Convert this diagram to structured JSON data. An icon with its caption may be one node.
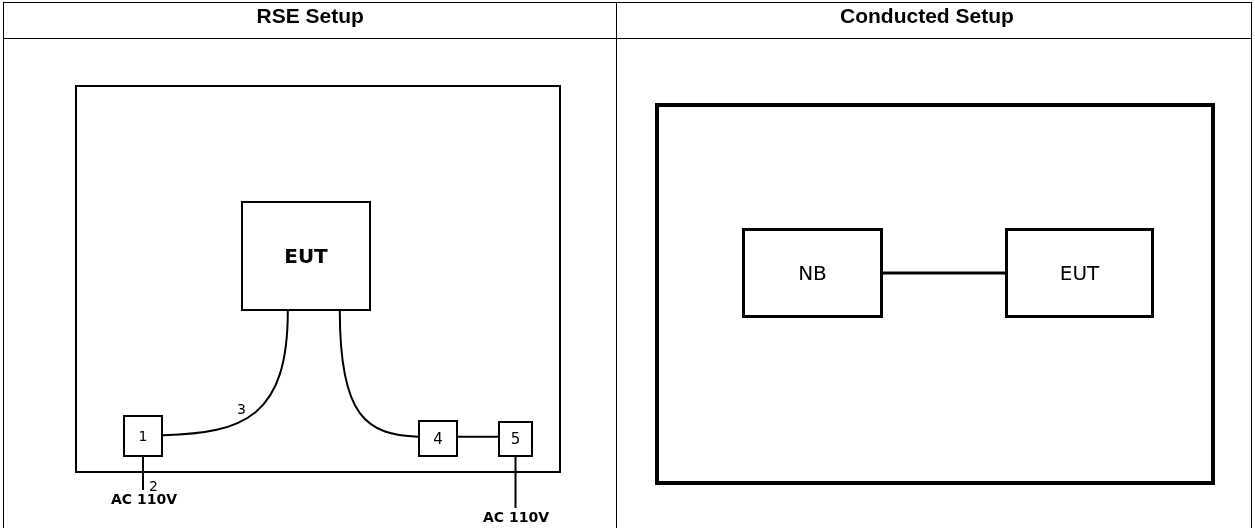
{
  "diagram": {
    "nodes": [
      {
        "text": [],
        "shape": "box"
      },
      {
        "text": [
          "EUT"
        ],
        "in": 0
      },
      {
        "text": [
          "1"
        ],
        "in": 0
      },
      {
        "text": [
          "4"
        ],
        "in": 0
      },
      {
        "text": [
          "5"
        ],
        "in": 0
      },
      {
        "text": [
          "AC 110V"
        ]
      },
      {
        "text": [
          "AC 110V"
        ]
      },
      {
        "text": [],
        "shape": "box"
      },
      {
        "text": [
          "NB"
        ],
        "in": 7
      },
      {
        "text": [
          "EUT"
        ],
        "in": 7
      }
    ],
    "edges": [
      {
        "from": 1,
        "to": 2,
        "arrow": "none",
        "label": "3"
      },
      {
        "from": 1,
        "to": 3,
        "arrow": "none"
      },
      {
        "from": 3,
        "to": 4,
        "arrow": "none"
      },
      {
        "from": 2,
        "to": 5,
        "arrow": "none",
        "label": "2"
      },
      {
        "from": 4,
        "to": 6,
        "arrow": "none"
      },
      {
        "from": 8,
        "to": 9,
        "arrow": "none"
      }
    ],
    "labels": [
      "RSE Setup",
      "Conducted Setup"
    ]
  }
}
